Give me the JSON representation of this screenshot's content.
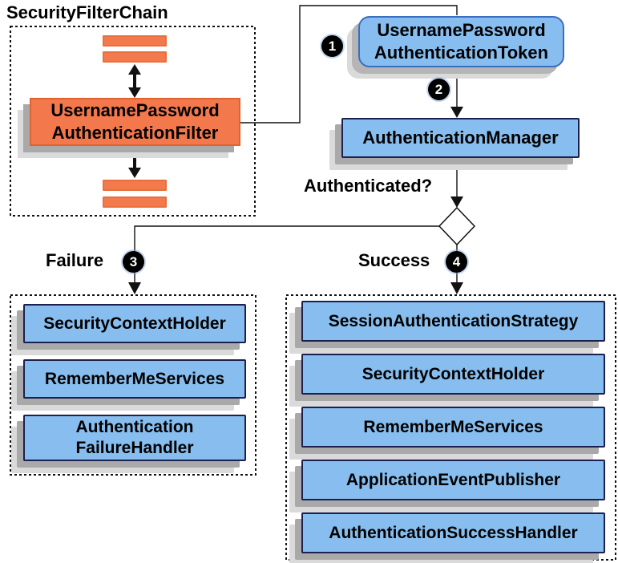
{
  "diagram": {
    "title": "SecurityFilterChain",
    "filter_chain": {
      "filter_label": "UsernamePassword\nAuthenticationFilter"
    },
    "token_label": "UsernamePassword\nAuthenticationToken",
    "manager_label": "AuthenticationManager",
    "decision_question": "Authenticated?",
    "steps": {
      "step1": "1",
      "step2": "2",
      "step3": "3",
      "step4": "4"
    },
    "branches": {
      "failure": {
        "label": "Failure",
        "items": [
          "SecurityContextHolder",
          "RememberMeServices",
          "Authentication\nFailureHandler"
        ]
      },
      "success": {
        "label": "Success",
        "items": [
          "SessionAuthenticationStrategy",
          "SecurityContextHolder",
          "RememberMeServices",
          "ApplicationEventPublisher",
          "AuthenticationSuccessHandler"
        ]
      }
    },
    "colors": {
      "orange_fill": "#f3794c",
      "orange_border": "#e2622f",
      "blue_fill": "#87beef",
      "blue_border": "#1c2050",
      "token_border": "#3a6ec0",
      "shadow_dark": "#a9a9a9",
      "shadow_light": "#dadada",
      "line": "#111111"
    }
  }
}
